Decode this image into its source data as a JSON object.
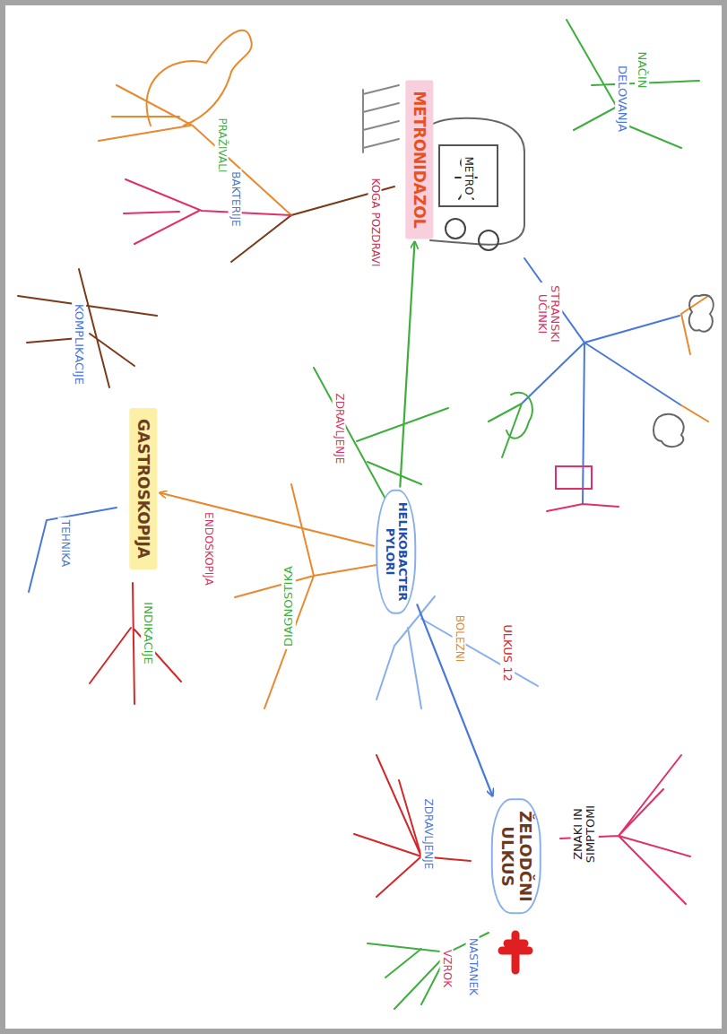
{
  "diagram": {
    "nodes": [
      {
        "text": [
          "METRONIDAZOL"
        ]
      },
      {
        "text": [
          "HELIKOBACTER PYLORI"
        ]
      },
      {
        "text": [
          "GASTROSKOPIJA"
        ]
      },
      {
        "text": [
          "ŽELODČNI ULKUS"
        ]
      }
    ],
    "edges": [
      {
        "from": 1,
        "to": 0,
        "label": "ZDRAVLJENJE",
        "arrow": "to"
      },
      {
        "from": 1,
        "to": 2,
        "label": "ENDOSKOPIJA",
        "arrow": "to"
      },
      {
        "from": 1,
        "to": 3,
        "label": "BOLEZNI",
        "arrow": "to"
      }
    ],
    "labels": [
      "METRO",
      "NAČIN",
      "DELOVANJA",
      "STRANSKI UČINKI",
      "PRAŽIVALI",
      "BAKTERIJE",
      "KOGA POZDRAVI",
      "KOMPLIKACIJE",
      "TEHNIKA",
      "INDIKACIJE",
      "DIAGNOSTIKA",
      "ULKUS 12",
      "ZDRAVLJENJE",
      "ZNAKI IN SIMPTOMI",
      "NASTANEK",
      "VZROK"
    ]
  }
}
